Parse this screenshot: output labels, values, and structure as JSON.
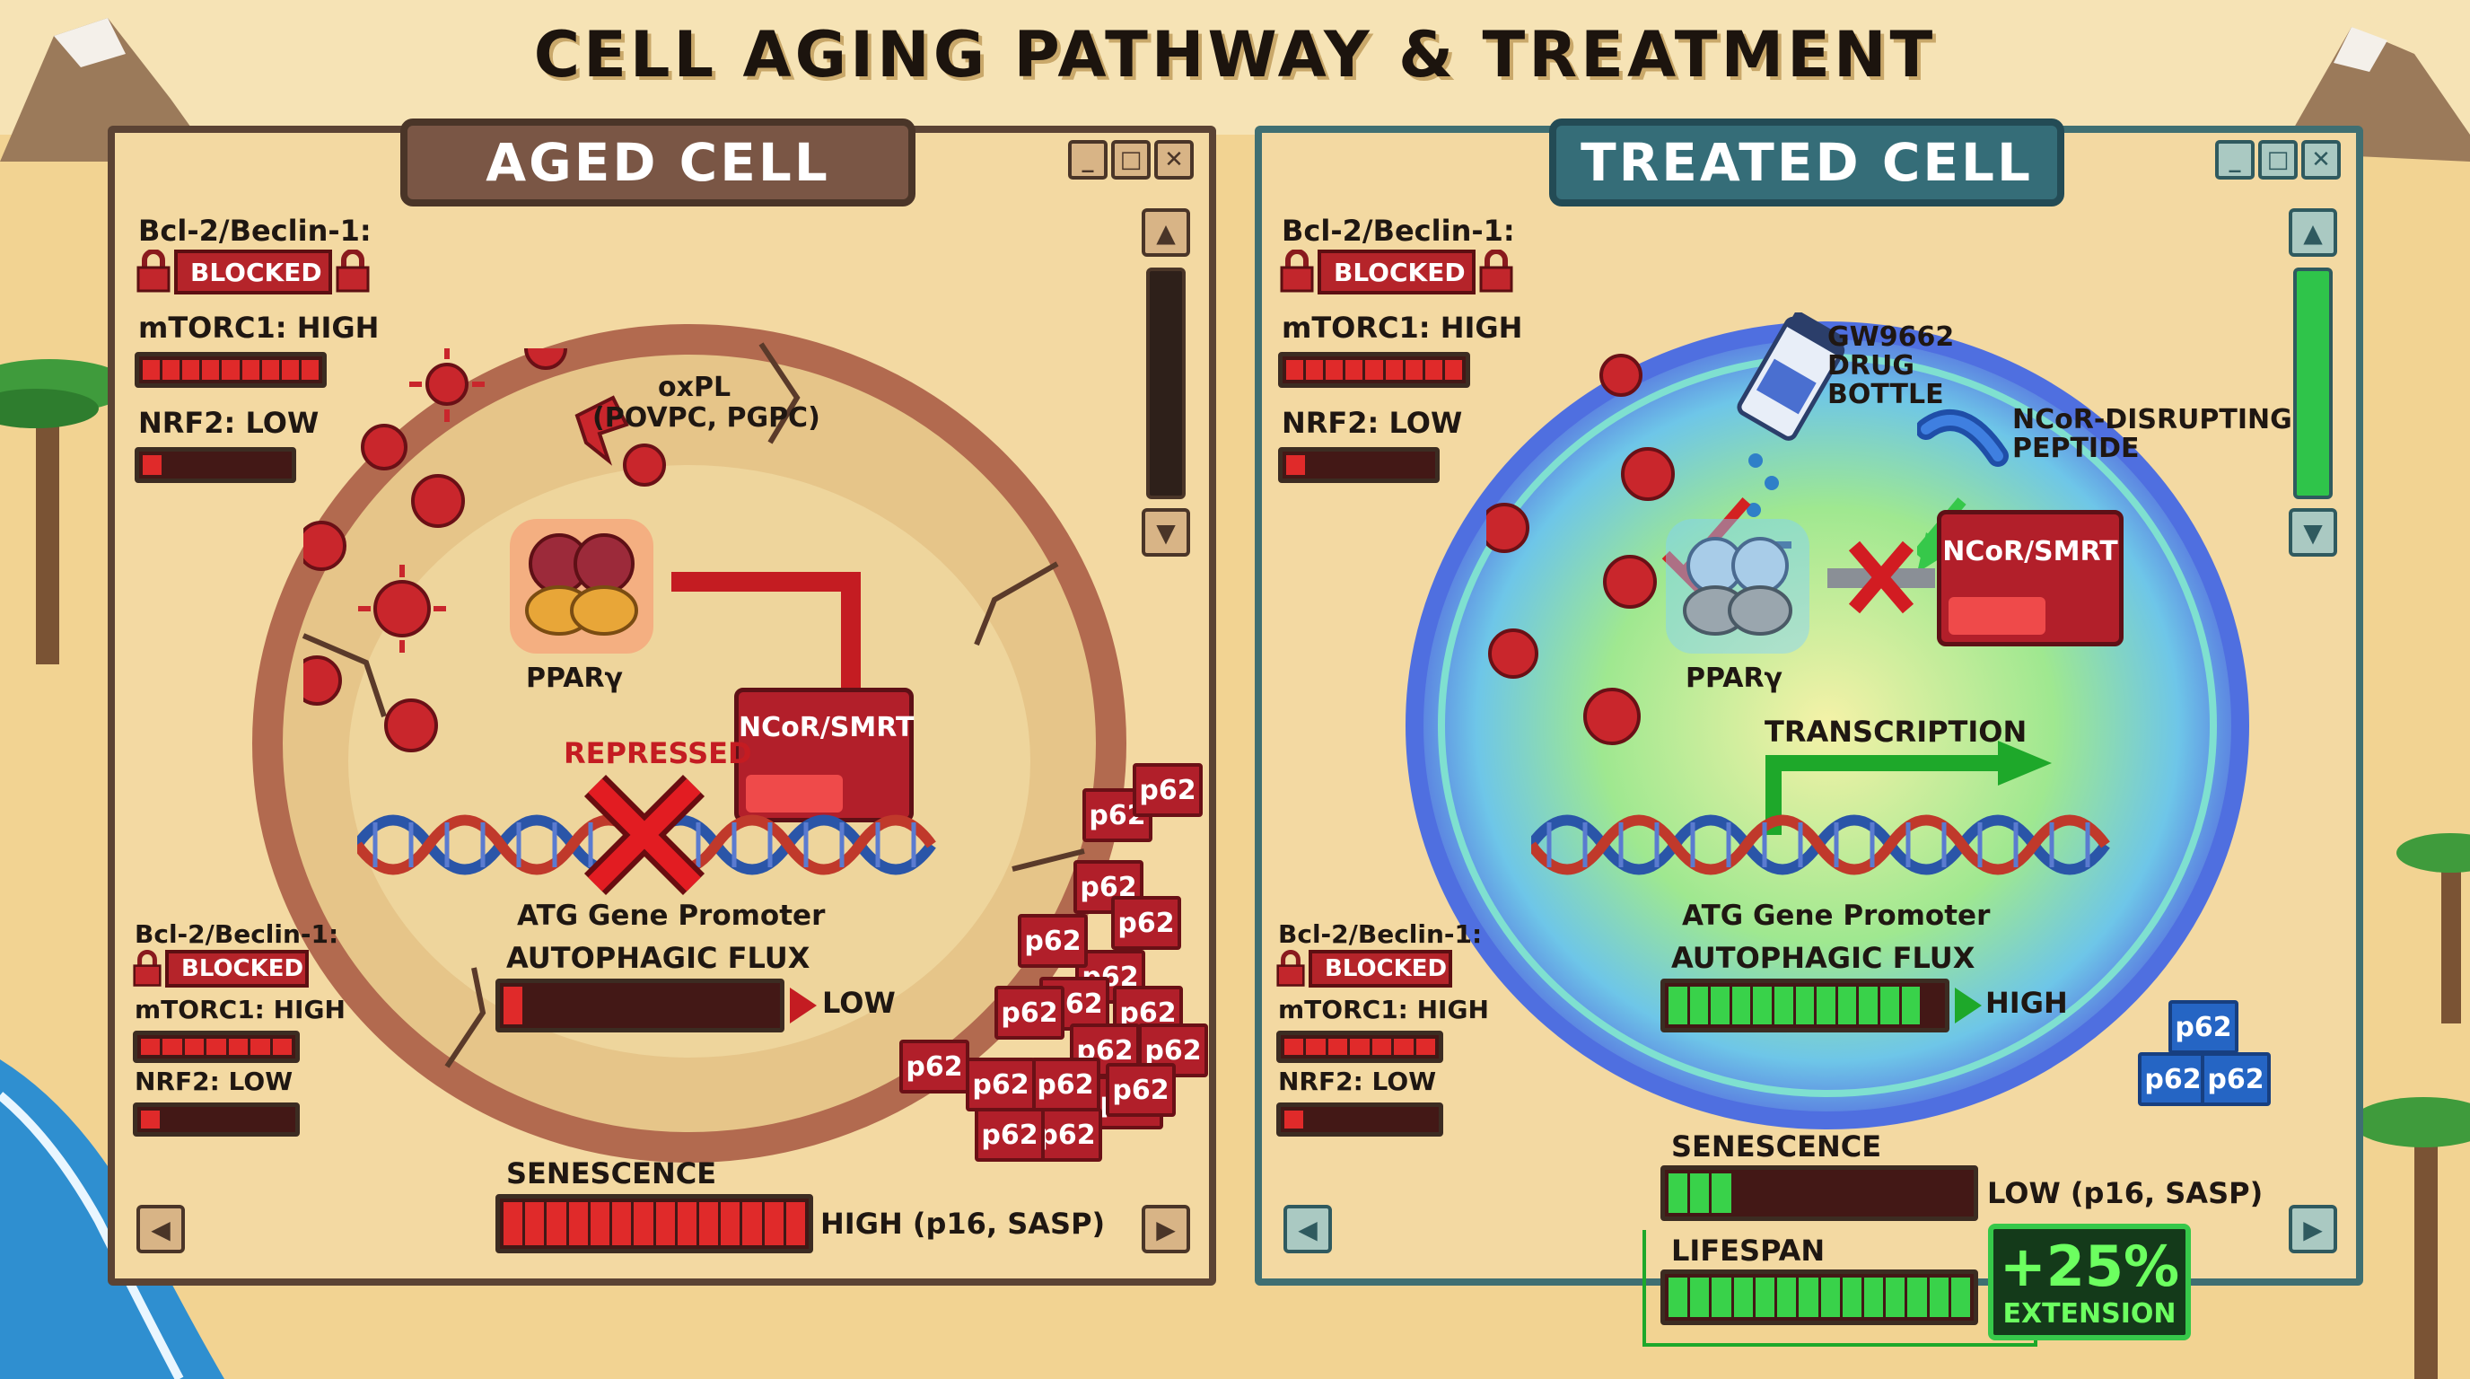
{
  "title": "CELL AGING PATHWAY & TREATMENT",
  "colors": {
    "sand": "#f0cf8c",
    "panel": "#f3d9a2",
    "red_meter": "#e02a2a",
    "green_meter": "#39d24a",
    "ncor": "#b21f2a",
    "p62_red": "#b11f2a",
    "p62_blue": "#2565c4"
  },
  "aged": {
    "header": "AGED CELL",
    "window_controls": [
      "minimize-icon",
      "maximize-icon",
      "close-icon"
    ],
    "status_top": {
      "bcl2_label": "Bcl-2/Beclin-1:",
      "blocked": "BLOCKED",
      "mtorc1": "mTORC1: HIGH",
      "mtorc1_level": 1.0,
      "nrf2": "NRF2: LOW",
      "nrf2_level": 0.15
    },
    "status_bottom": {
      "bcl2_label": "Bcl-2/Beclin-1:",
      "blocked": "BLOCKED",
      "mtorc1": "mTORC1: HIGH",
      "nrf2": "NRF2: LOW"
    },
    "oxpl_line1": "oxPL",
    "oxpl_line2": "(POVPC, PGPC)",
    "ppar": "PPARγ",
    "ncor": "NCoR/SMRT",
    "repressed": "REPRESSED",
    "promoter": "ATG Gene Promoter",
    "flux_label": "AUTOPHAGIC FLUX",
    "flux_value": "LOW",
    "flux_level": 0.05,
    "senescence_label": "SENESCENCE",
    "senescence_value": "HIGH (p16, SASP)",
    "senescence_level": 1.0,
    "p62": [
      "p62",
      "p62",
      "p62",
      "p62",
      "p62",
      "p62",
      "p62",
      "p62",
      "p62",
      "p62",
      "p62",
      "p62",
      "p62",
      "p62",
      "p62",
      "p62",
      "p62",
      "p62"
    ]
  },
  "treated": {
    "header": "TREATED CELL",
    "window_controls": [
      "minimize-icon",
      "maximize-icon",
      "close-icon"
    ],
    "status_top": {
      "bcl2_label": "Bcl-2/Beclin-1:",
      "blocked": "BLOCKED",
      "mtorc1": "mTORC1: HIGH",
      "mtorc1_level": 1.0,
      "nrf2": "NRF2: LOW",
      "nrf2_level": 0.15
    },
    "status_bottom": {
      "bcl2_label": "Bcl-2/Beclin-1:",
      "blocked": "BLOCKED",
      "mtorc1": "mTORC1: HIGH",
      "nrf2": "NRF2: LOW"
    },
    "drug": [
      "GW9662",
      "DRUG",
      "BOTTLE"
    ],
    "peptide": [
      "NCoR-DISRUPTING",
      "PEPTIDE"
    ],
    "ppar": "PPARγ",
    "ncor": "NCoR/SMRT",
    "transcription": "TRANSCRIPTION",
    "promoter": "ATG Gene Promoter",
    "flux_label": "AUTOPHAGIC FLUX",
    "flux_value": "HIGH",
    "flux_level": 0.92,
    "senescence_label": "SENESCENCE",
    "senescence_value": "LOW (p16, SASP)",
    "senescence_level": 0.18,
    "lifespan_label": "LIFESPAN",
    "lifespan_level": 1.0,
    "extension_value": "+25%",
    "extension_label": "EXTENSION",
    "p62": [
      "p62",
      "p62",
      "p62"
    ]
  }
}
